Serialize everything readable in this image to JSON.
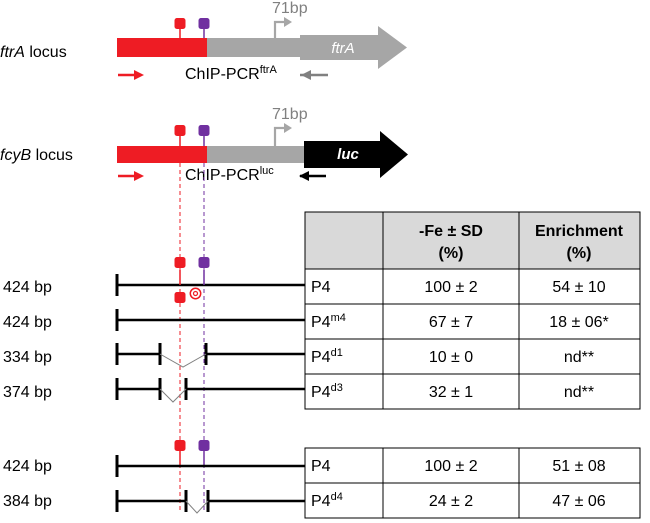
{
  "loci": {
    "ftrA": {
      "name": "ftrA",
      "suffix": " locus",
      "bp": "71bp",
      "gene": "ftrA",
      "chip": "ChIP-PCR",
      "chip_sup": "ftrA"
    },
    "fcyB": {
      "name": "fcyB",
      "suffix": " locus",
      "bp": "71bp",
      "gene": "luc",
      "chip": "ChIP-PCR",
      "chip_sup": "luc"
    }
  },
  "colors": {
    "red": "#ee1c24",
    "purple": "#7030a0",
    "grey": "#a6a6a6",
    "dark": "#000000",
    "arrow_grey": "#808080"
  },
  "table1": {
    "headers": [
      "-Fe ± SD",
      "(%)",
      "Enrichment",
      "(%)"
    ],
    "rows": [
      {
        "bp": "424 bp",
        "name": "P4",
        "sup": "",
        "fe": "100 ± 2",
        "enr": "54 ± 10"
      },
      {
        "bp": "424 bp",
        "name": "P4",
        "sup": "m4",
        "fe": "67 ± 7",
        "enr": "18 ± 06*"
      },
      {
        "bp": "334 bp",
        "name": "P4",
        "sup": "d1",
        "fe": "10 ± 0",
        "enr": "nd**"
      },
      {
        "bp": "374 bp",
        "name": "P4",
        "sup": "d3",
        "fe": "32 ± 1",
        "enr": "nd**"
      }
    ]
  },
  "table2": {
    "rows": [
      {
        "bp": "424 bp",
        "name": "P4",
        "sup": "",
        "fe": "100 ± 2",
        "enr": "51 ± 08"
      },
      {
        "bp": "384 bp",
        "name": "P4",
        "sup": "d4",
        "fe": "24 ± 2",
        "enr": "47 ± 06"
      }
    ]
  }
}
